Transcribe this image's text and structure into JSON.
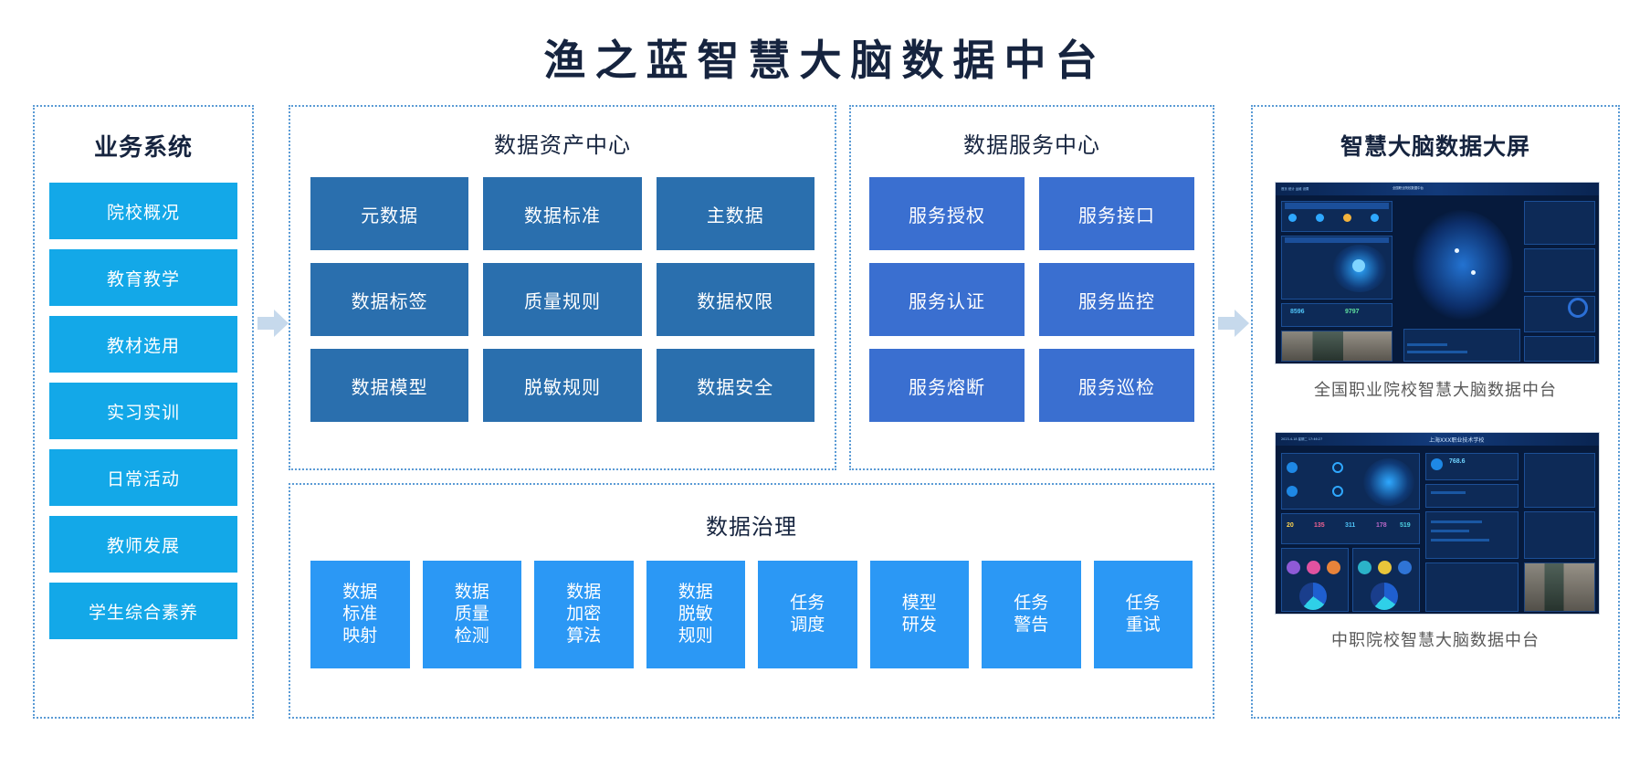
{
  "title": "渔之蓝智慧大脑数据中台",
  "business_system": {
    "heading": "业务系统",
    "items": [
      {
        "label": "院校概况"
      },
      {
        "label": "教育教学"
      },
      {
        "label": "教材选用"
      },
      {
        "label": "实习实训"
      },
      {
        "label": "日常活动"
      },
      {
        "label": "教师发展"
      },
      {
        "label": "学生综合素养"
      }
    ]
  },
  "asset_center": {
    "heading": "数据资产中心",
    "tiles": [
      {
        "label": "元数据"
      },
      {
        "label": "数据标准"
      },
      {
        "label": "主数据"
      },
      {
        "label": "数据标签"
      },
      {
        "label": "质量规则"
      },
      {
        "label": "数据权限"
      },
      {
        "label": "数据模型"
      },
      {
        "label": "脱敏规则"
      },
      {
        "label": "数据安全"
      }
    ]
  },
  "service_center": {
    "heading": "数据服务中心",
    "tiles": [
      {
        "label": "服务授权"
      },
      {
        "label": "服务接口"
      },
      {
        "label": "服务认证"
      },
      {
        "label": "服务监控"
      },
      {
        "label": "服务熔断"
      },
      {
        "label": "服务巡检"
      }
    ]
  },
  "governance": {
    "heading": "数据治理",
    "tiles": [
      {
        "lines": [
          "数据",
          "标准",
          "映射"
        ]
      },
      {
        "lines": [
          "数据",
          "质量",
          "检测"
        ]
      },
      {
        "lines": [
          "数据",
          "加密",
          "算法"
        ]
      },
      {
        "lines": [
          "数据",
          "脱敏",
          "规则"
        ]
      },
      {
        "lines": [
          "任务",
          "调度"
        ]
      },
      {
        "lines": [
          "模型",
          "研发"
        ]
      },
      {
        "lines": [
          "任务",
          "警告"
        ]
      },
      {
        "lines": [
          "任务",
          "重试"
        ]
      }
    ]
  },
  "screen_wall": {
    "heading": "智慧大脑数据大屏",
    "shots": [
      {
        "caption": "全国职业院校智慧大脑数据中台",
        "screen_title": "全国职业院校数据中台"
      },
      {
        "caption": "中职院校智慧大脑数据中台",
        "screen_title": "上海XXX职业技术学校",
        "metrics": [
          "20",
          "135",
          "311",
          "178",
          "519"
        ]
      }
    ]
  },
  "colors": {
    "title_text": "#16243f",
    "panel_border": "#5b9bd5",
    "business_tile": "#13a8e8",
    "asset_tile": "#2a6fae",
    "service_tile": "#3a6fd0",
    "governance_tile": "#2b98f5",
    "arrow": "#c6d9ec",
    "caption_text": "#595959"
  }
}
